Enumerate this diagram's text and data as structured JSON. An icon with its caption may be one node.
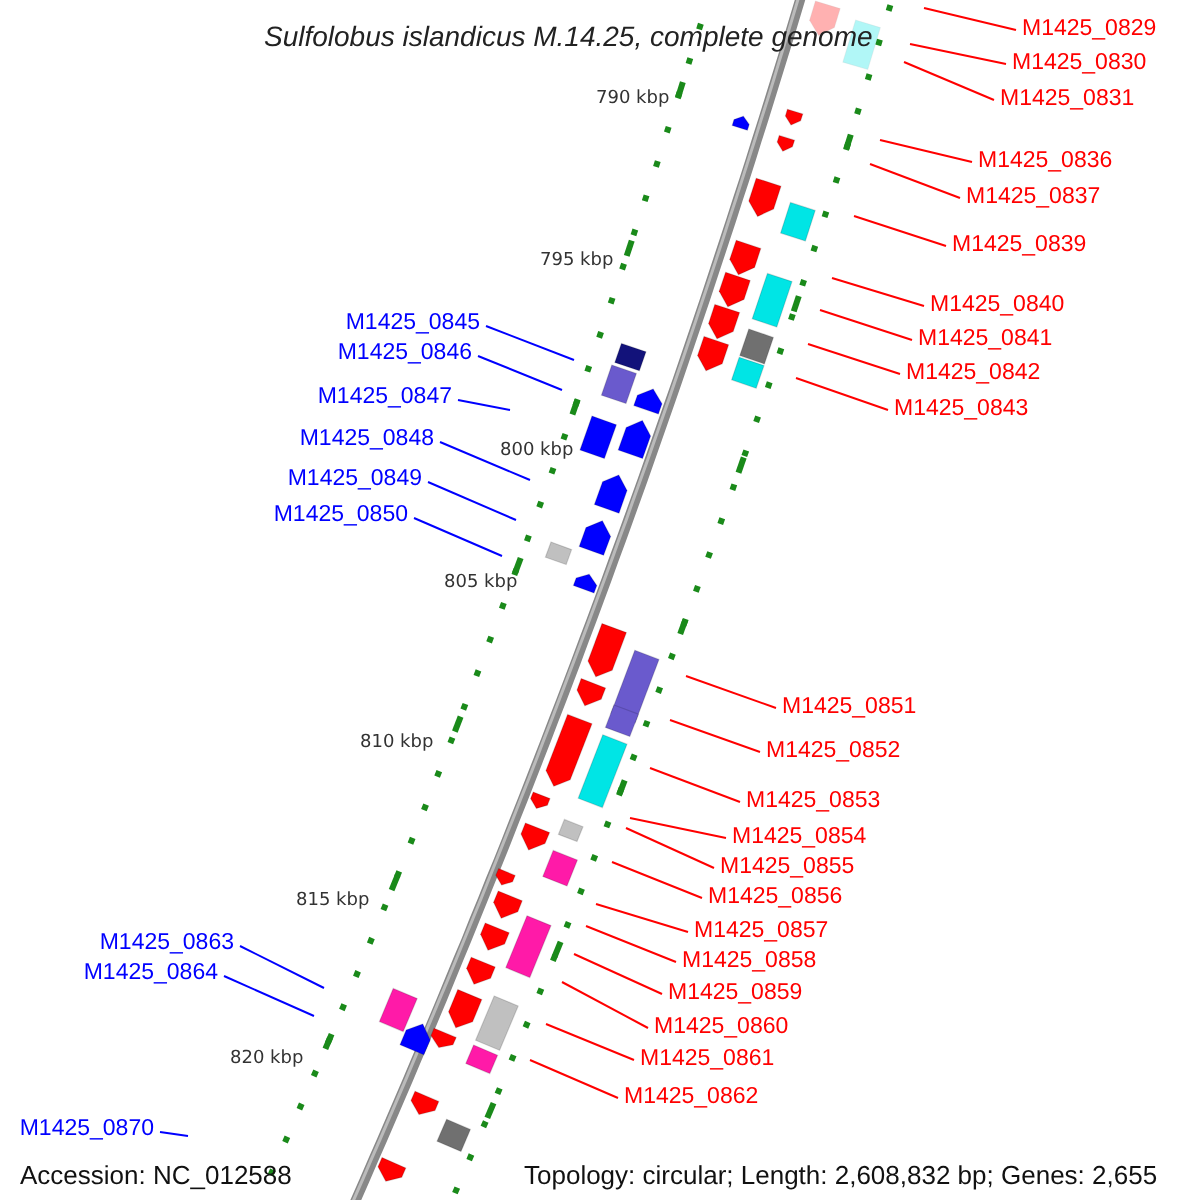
{
  "diagram": {
    "title": "Sulfolobus islandicus M.14.25, complete genome",
    "nodes": [
      {
        "text": [
          "M1425_0829"
        ]
      },
      {
        "text": [
          "M1425_0830"
        ]
      },
      {
        "text": [
          "M1425_0831"
        ]
      },
      {
        "text": [
          "M1425_0836"
        ]
      },
      {
        "text": [
          "M1425_0837"
        ]
      },
      {
        "text": [
          "M1425_0839"
        ]
      },
      {
        "text": [
          "M1425_0840"
        ]
      },
      {
        "text": [
          "M1425_0841"
        ]
      },
      {
        "text": [
          "M1425_0845"
        ]
      },
      {
        "text": [
          "M1425_0842"
        ]
      },
      {
        "text": [
          "M1425_0846"
        ]
      },
      {
        "text": [
          "M1425_0843"
        ]
      },
      {
        "text": [
          "M1425_0847"
        ]
      },
      {
        "text": [
          "M1425_0848"
        ]
      },
      {
        "text": [
          "M1425_0849"
        ]
      },
      {
        "text": [
          "M1425_0850"
        ]
      },
      {
        "text": [
          "M1425_0851"
        ]
      },
      {
        "text": [
          "M1425_0852"
        ]
      },
      {
        "text": [
          "M1425_0853"
        ]
      },
      {
        "text": [
          "M1425_0854"
        ]
      },
      {
        "text": [
          "M1425_0855"
        ]
      },
      {
        "text": [
          "M1425_0856"
        ]
      },
      {
        "text": [
          "M1425_0857"
        ]
      },
      {
        "text": [
          "M1425_0863"
        ]
      },
      {
        "text": [
          "M1425_0858"
        ]
      },
      {
        "text": [
          "M1425_0864"
        ]
      },
      {
        "text": [
          "M1425_0859"
        ]
      },
      {
        "text": [
          "M1425_0860"
        ]
      },
      {
        "text": [
          "M1425_0861"
        ]
      },
      {
        "text": [
          "M1425_0862"
        ]
      },
      {
        "text": [
          "M1425_0870"
        ]
      }
    ],
    "edges": [
      {
        "from": 0,
        "to": null,
        "arrow": "none"
      },
      {
        "from": 1,
        "to": null,
        "arrow": "none"
      },
      {
        "from": 2,
        "to": null,
        "arrow": "none"
      },
      {
        "from": 3,
        "to": null,
        "arrow": "none"
      },
      {
        "from": 4,
        "to": null,
        "arrow": "none"
      },
      {
        "from": 5,
        "to": null,
        "arrow": "none"
      },
      {
        "from": 6,
        "to": null,
        "arrow": "none"
      },
      {
        "from": 7,
        "to": null,
        "arrow": "none"
      },
      {
        "from": 8,
        "to": null,
        "arrow": "none",
        "color": "#0000ff"
      },
      {
        "from": 9,
        "to": null,
        "arrow": "none"
      },
      {
        "from": 10,
        "to": null,
        "arrow": "none",
        "color": "#0000ff"
      },
      {
        "from": 11,
        "to": null,
        "arrow": "none"
      },
      {
        "from": 12,
        "to": null,
        "arrow": "none",
        "color": "#0000ff"
      },
      {
        "from": 13,
        "to": null,
        "arrow": "none",
        "color": "#0000ff"
      },
      {
        "from": 14,
        "to": null,
        "arrow": "none",
        "color": "#0000ff"
      },
      {
        "from": 15,
        "to": null,
        "arrow": "none",
        "color": "#0000ff"
      },
      {
        "from": 16,
        "to": null,
        "arrow": "none"
      },
      {
        "from": 17,
        "to": null,
        "arrow": "none"
      },
      {
        "from": 18,
        "to": null,
        "arrow": "none"
      },
      {
        "from": 19,
        "to": null,
        "arrow": "none"
      },
      {
        "from": 20,
        "to": null,
        "arrow": "none"
      },
      {
        "from": 21,
        "to": null,
        "arrow": "none"
      },
      {
        "from": 22,
        "to": null,
        "arrow": "none"
      },
      {
        "from": 23,
        "to": null,
        "arrow": "none",
        "color": "#0000ff"
      },
      {
        "from": 24,
        "to": null,
        "arrow": "none"
      },
      {
        "from": 25,
        "to": null,
        "arrow": "none",
        "color": "#0000ff"
      },
      {
        "from": 26,
        "to": null,
        "arrow": "none"
      },
      {
        "from": 27,
        "to": null,
        "arrow": "none"
      },
      {
        "from": 28,
        "to": null,
        "arrow": "none"
      },
      {
        "from": 29,
        "to": null,
        "arrow": "none"
      },
      {
        "from": 30,
        "to": null,
        "arrow": "none",
        "color": "#0000ff"
      }
    ],
    "labels": [
      "790 kbp",
      "795 kbp",
      "800 kbp",
      "805 kbp",
      "810 kbp",
      "815 kbp",
      "820 kbp",
      "Accession: NC_012588",
      "Topology: circular; Length: 2,608,832 bp; Genes: 2,655"
    ]
  }
}
